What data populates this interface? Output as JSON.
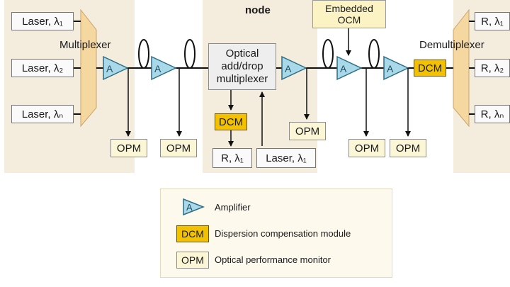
{
  "node_labels": {
    "middle_node_partial": "node",
    "multiplexer": "Multiplexer",
    "demultiplexer": "Demultiplexer"
  },
  "transmitters": [
    "Laser, λ₁",
    "Laser, λ₂",
    "Laser, λₙ"
  ],
  "receivers": [
    "R, λ₁",
    "R, λ₂",
    "R, λₙ"
  ],
  "amplifier_label": "A",
  "oadm": {
    "line1": "Optical",
    "line2": "add/drop",
    "line3": "multiplexer"
  },
  "oadm_drop": {
    "dcm": "DCM",
    "receiver": "R, λ₁"
  },
  "oadm_add": {
    "laser": "Laser, λ₁"
  },
  "embedded_ocm": {
    "line1": "Embedded",
    "line2": "OCM"
  },
  "dcm_label": "DCM",
  "opm_label": "OPM",
  "legend": {
    "amplifier_symbol": "A",
    "amplifier": "Amplifier",
    "dcm_symbol": "DCM",
    "dcm": "Dispersion compensation module",
    "opm_symbol": "OPM",
    "opm": "Optical performance monitor"
  },
  "colors": {
    "node_panel": "#f4ecdc",
    "amplifier_fill": "#a9d9e8",
    "dcm_fill": "#f2c200",
    "opm_fill": "#fbf6d6",
    "mux_fill": "#f5d7a0"
  }
}
